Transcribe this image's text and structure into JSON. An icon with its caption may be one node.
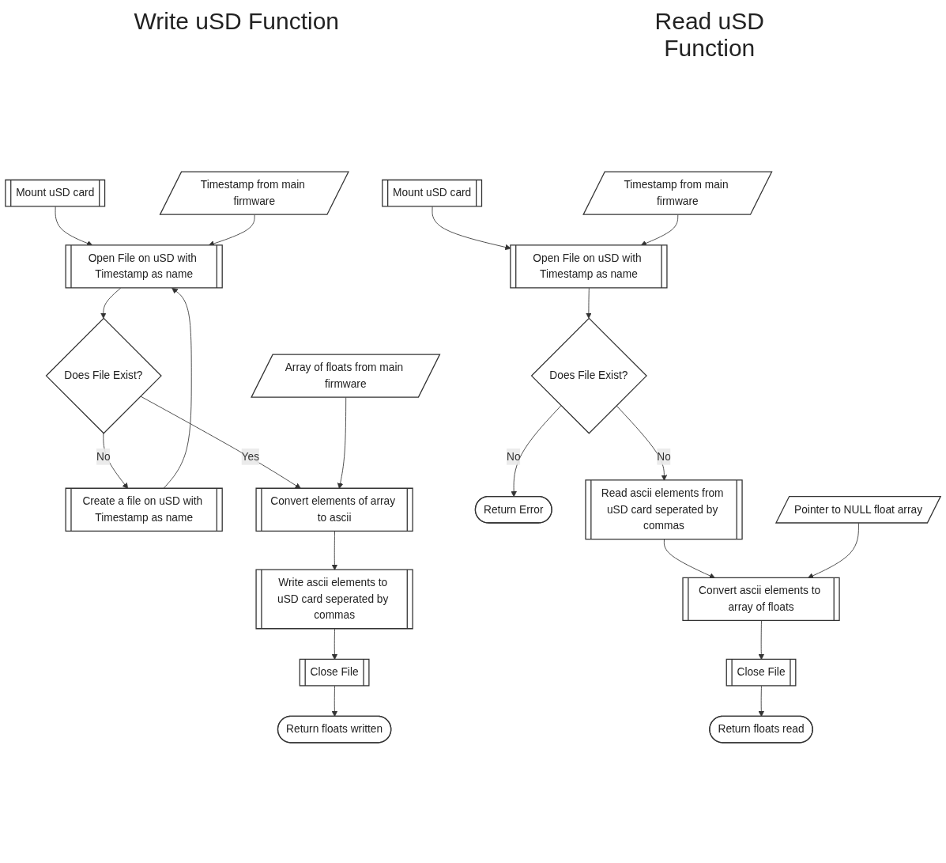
{
  "diagram": {
    "nodes": [
      {
        "text": [
          "Mount uSD card"
        ]
      },
      {
        "text": [
          "Timestamp from main firmware"
        ]
      },
      {
        "text": [
          "Open File on uSD with Timestamp as name"
        ]
      },
      {
        "text": [
          "Does File Exist?"
        ]
      },
      {
        "text": [
          "Create a file on uSD with Timestamp as name"
        ]
      },
      {
        "text": [
          "Array of floats from main firmware"
        ]
      },
      {
        "text": [
          "Convert elements of array to ascii"
        ]
      },
      {
        "text": [
          "Write ascii elements to uSD card seperated by commas"
        ]
      },
      {
        "text": [
          "Close File"
        ]
      },
      {
        "text": [
          "Return floats written"
        ]
      },
      {
        "text": [
          "Mount uSD card"
        ]
      },
      {
        "text": [
          "Timestamp from main firmware"
        ]
      },
      {
        "text": [
          "Open File on uSD with Timestamp as name"
        ]
      },
      {
        "text": [
          "Does File Exist?"
        ]
      },
      {
        "text": [
          "Return Error"
        ]
      },
      {
        "text": [
          "Read ascii elements from uSD card seperated by commas"
        ]
      },
      {
        "text": [
          "Pointer to NULL float array"
        ]
      },
      {
        "text": [
          "Convert ascii elements to array of floats"
        ]
      },
      {
        "text": [
          "Close File"
        ]
      },
      {
        "text": [
          "Return floats read"
        ]
      }
    ],
    "edges": [
      {
        "from": 0,
        "to": 2,
        "arrow": "to"
      },
      {
        "from": 1,
        "to": 2,
        "arrow": "to"
      },
      {
        "from": 2,
        "to": 3,
        "arrow": "to"
      },
      {
        "from": 3,
        "to": 4,
        "arrow": "to",
        "label": "No"
      },
      {
        "from": 4,
        "to": 2,
        "arrow": "to"
      },
      {
        "from": 3,
        "to": 6,
        "arrow": "to",
        "label": "Yes"
      },
      {
        "from": 5,
        "to": 6,
        "arrow": "to"
      },
      {
        "from": 6,
        "to": 7,
        "arrow": "to"
      },
      {
        "from": 7,
        "to": 8,
        "arrow": "to"
      },
      {
        "from": 8,
        "to": 9,
        "arrow": "to"
      },
      {
        "from": 10,
        "to": 12,
        "arrow": "to"
      },
      {
        "from": 11,
        "to": 12,
        "arrow": "to"
      },
      {
        "from": 12,
        "to": 13,
        "arrow": "to"
      },
      {
        "from": 13,
        "to": 14,
        "arrow": "to",
        "label": "No"
      },
      {
        "from": 13,
        "to": 15,
        "arrow": "to",
        "label": "No"
      },
      {
        "from": 15,
        "to": 17,
        "arrow": "to"
      },
      {
        "from": 16,
        "to": 17,
        "arrow": "to"
      },
      {
        "from": 17,
        "to": 18,
        "arrow": "to"
      },
      {
        "from": 18,
        "to": 19,
        "arrow": "to"
      }
    ],
    "labels": [
      "Write uSD Function",
      "Read uSD Function"
    ]
  }
}
